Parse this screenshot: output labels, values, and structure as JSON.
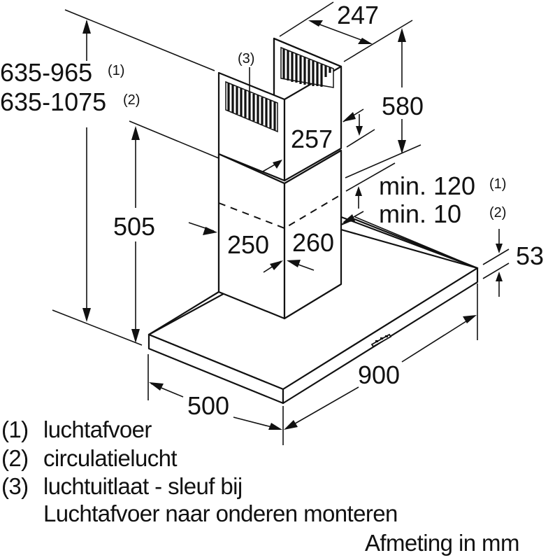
{
  "diagram": {
    "type": "technical-dimension-drawing",
    "subject": "chimney cooker hood",
    "unit_note": "Afmeting in mm"
  },
  "dimensions": {
    "total_height_1": "635-965",
    "total_height_1_note": "(1)",
    "total_height_2": "635-1075",
    "total_height_2_note": "(2)",
    "chimney_lower_height": "505",
    "upper_chimney_width": "247",
    "upper_chimney_height": "580",
    "upper_chimney_depth": "257",
    "lower_chimney_width": "250",
    "lower_chimney_depth": "260",
    "min_gap_1": "min. 120",
    "min_gap_1_note": "(1)",
    "min_gap_2": "min. 10",
    "min_gap_2_note": "(2)",
    "canopy_height": "53",
    "canopy_width": "900",
    "canopy_depth": "500",
    "vent_label": "(3)"
  },
  "legend": {
    "items": [
      {
        "key": "(1)",
        "text": "luchtafvoer"
      },
      {
        "key": "(2)",
        "text": "circulatielucht"
      },
      {
        "key": "(3)",
        "text": "luchtuitlaat - sleuf bij"
      }
    ],
    "continuation": "Luchtafvoer naar onderen monteren"
  }
}
